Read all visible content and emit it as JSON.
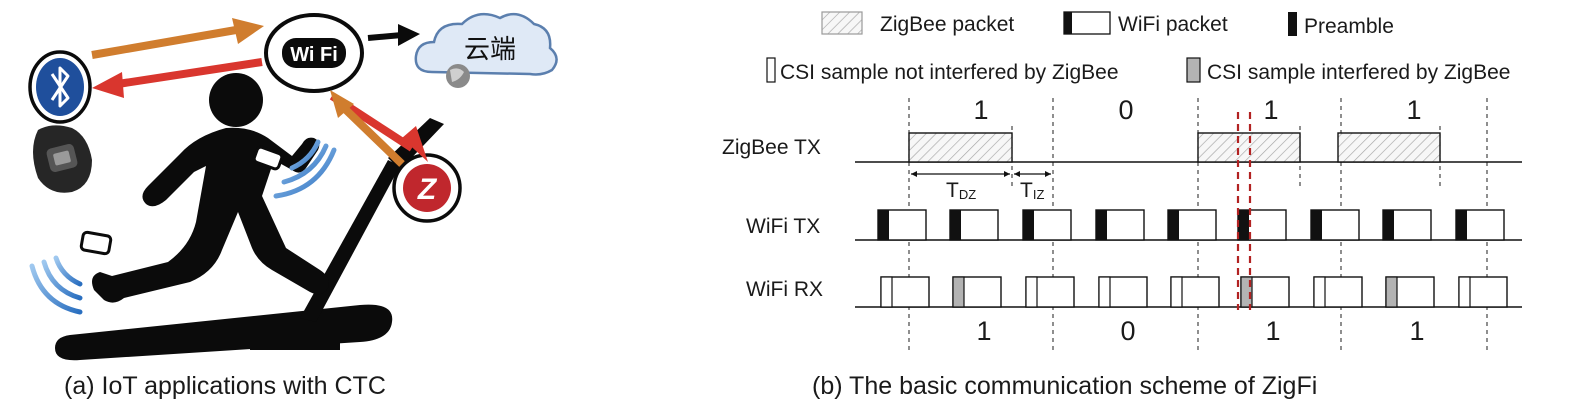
{
  "left_panel": {
    "caption": "(a) IoT applications with CTC",
    "wifi_logo_text": "Wi Fi",
    "cloud_label": "云端",
    "zigbee_logo_text": "Z"
  },
  "right_panel": {
    "caption": "(b) The basic communication scheme of ZigFi",
    "legend": {
      "zigbee_packet": "ZigBee packet",
      "wifi_packet": "WiFi packet",
      "preamble": "Preamble",
      "csi_not_interfered": "CSI sample not interfered by ZigBee",
      "csi_interfered": "CSI sample interfered by ZigBee"
    },
    "row_labels": {
      "zigbee_tx": "ZigBee TX",
      "wifi_tx": "WiFi TX",
      "wifi_rx": "WiFi RX"
    },
    "top_bits": [
      "1",
      "0",
      "1",
      "1"
    ],
    "bottom_bits": [
      "1",
      "0",
      "1",
      "1"
    ],
    "tdz": {
      "main": "T",
      "sub": "DZ"
    },
    "tiz": {
      "main": "T",
      "sub": "IZ"
    },
    "colors": {
      "preamble": "#111111",
      "interfered_sample": "#b3b3b3",
      "hatch": "#9a9a9a",
      "marker": "#b22222"
    }
  }
}
